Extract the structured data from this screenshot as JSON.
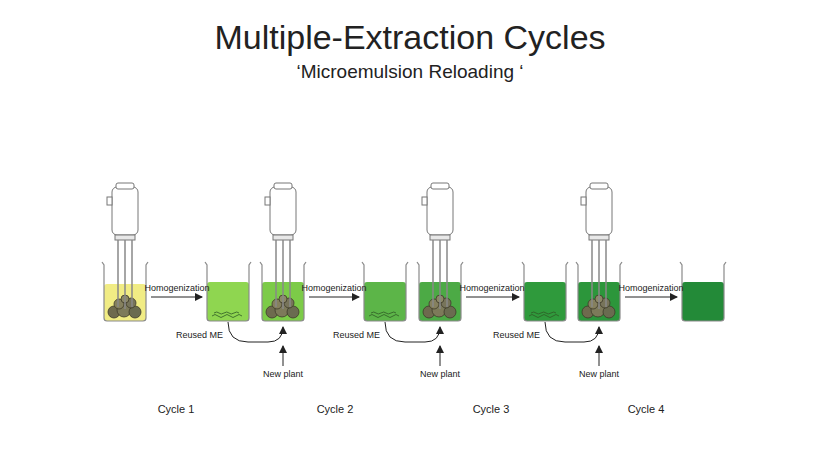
{
  "diagram": {
    "title": "Multiple-Extraction Cycles",
    "labels": [
      "‘Microemulsion Reloading ‘",
      "Homogenization",
      "Reused ME",
      "New plant",
      "Homogenization",
      "Reused ME",
      "New plant",
      "Homogenization",
      "Reused ME",
      "New plant",
      "Homogenization",
      "Cycle 1",
      "Cycle 2",
      "Cycle 3",
      "Cycle 4"
    ]
  }
}
